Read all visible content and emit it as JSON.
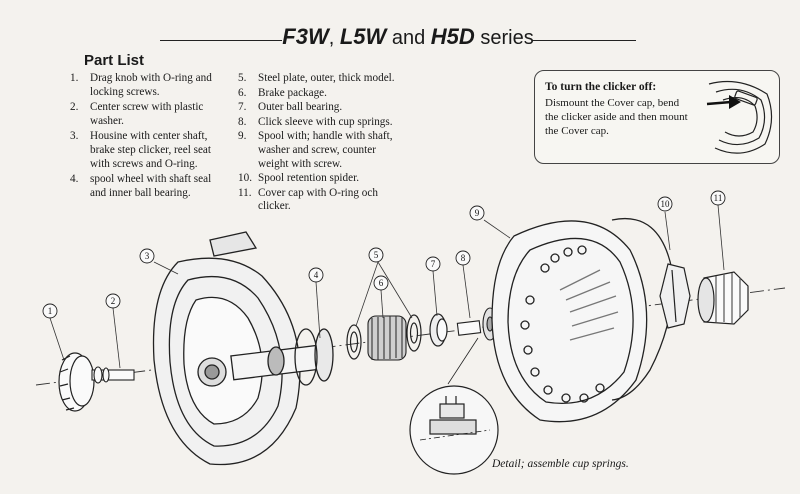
{
  "header": {
    "series_models": [
      "F3W",
      "L5W",
      "H5D"
    ],
    "separator_1": ",",
    "separator_2": "and",
    "series_suffix": "series"
  },
  "part_list": {
    "heading": "Part List",
    "items": [
      {
        "num": "1.",
        "text": "Drag knob with O-ring and locking screws."
      },
      {
        "num": "2.",
        "text": "Center screw with plastic washer."
      },
      {
        "num": "3.",
        "text": "Housine with center shaft, brake step clicker, reel seat with screws and O-ring."
      },
      {
        "num": "4.",
        "text": "spool wheel with shaft seal and inner ball bearing."
      },
      {
        "num": "5.",
        "text": "Steel plate, outer, thick model."
      },
      {
        "num": "6.",
        "text": "Brake package."
      },
      {
        "num": "7.",
        "text": "Outer ball bearing."
      },
      {
        "num": "8.",
        "text": "Click sleeve with cup springs."
      },
      {
        "num": "9.",
        "text": "Spool with; handle with shaft, washer and screw, counter weight with screw."
      },
      {
        "num": "10.",
        "text": "Spool retention spider."
      },
      {
        "num": "11.",
        "text": "Cover cap with O-ring och clicker."
      }
    ]
  },
  "clicker_note": {
    "heading": "To turn the clicker off:",
    "body": "Dismount the Cover cap, bend the clicker aside and then mount the Cover cap."
  },
  "callouts": [
    "1",
    "2",
    "3",
    "4",
    "5",
    "6",
    "7",
    "8",
    "9",
    "10",
    "11"
  ],
  "detail_caption": "Detail; assemble cup springs."
}
